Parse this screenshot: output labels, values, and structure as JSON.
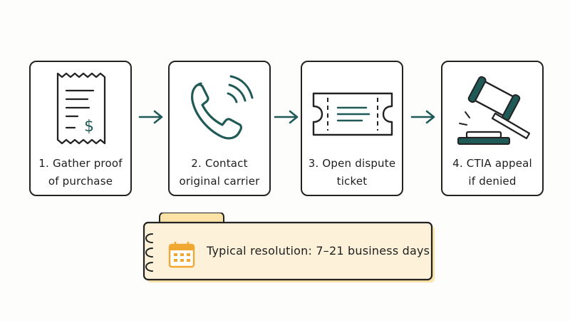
{
  "steps": [
    {
      "icon": "receipt-icon",
      "lines": [
        "1. Gather proof",
        "of purchase"
      ]
    },
    {
      "icon": "phone-call-icon",
      "lines": [
        "2. Contact",
        "original carrier"
      ]
    },
    {
      "icon": "ticket-icon",
      "lines": [
        "3. Open dispute",
        "ticket"
      ]
    },
    {
      "icon": "gavel-icon",
      "lines": [
        "4. CTIA appeal",
        "if denied"
      ]
    }
  ],
  "note": {
    "icon": "calendar-icon",
    "text": "Typical resolution: 7–21 business days"
  },
  "colors": {
    "accent": "#1f5a57",
    "outline": "#222222",
    "note_fill": "#fdf2d9",
    "note_tab": "#fbe3a8",
    "calendar": "#f0a832"
  }
}
